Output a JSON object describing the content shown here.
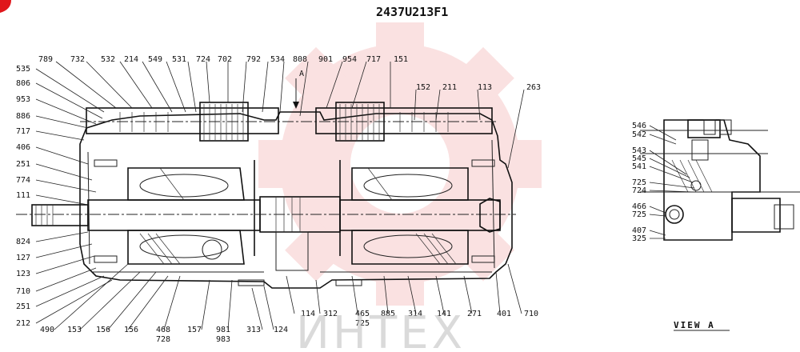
{
  "title": "2437U213F1",
  "view_label": "VIEW  A",
  "arrow_label": "A",
  "watermark": "ИНТЕХ",
  "colors": {
    "watermark_gear": "#f7c9c9",
    "corner_mark": "#e0161b",
    "ink": "#111111"
  },
  "parts_top": [
    "789",
    "732",
    "532",
    "214",
    "549",
    "531",
    "724",
    "702",
    "792",
    "534",
    "808",
    "901",
    "954",
    "717",
    "151"
  ],
  "parts_top_right": [
    "152",
    "211",
    "113",
    "263"
  ],
  "parts_left": [
    "535",
    "806",
    "953",
    "886",
    "717",
    "406",
    "251",
    "774",
    "111",
    "824",
    "127",
    "123",
    "710",
    "251",
    "212"
  ],
  "parts_bottom": [
    "490",
    "153",
    "156",
    "156",
    "468",
    "728",
    "157",
    "981",
    "983",
    "313",
    "124",
    "114",
    "312",
    "465",
    "725",
    "885",
    "314",
    "141",
    "271",
    "401",
    "710"
  ],
  "parts_view_a": [
    "546",
    "542",
    "543",
    "545",
    "541",
    "725",
    "724",
    "466",
    "725",
    "407",
    "325"
  ]
}
